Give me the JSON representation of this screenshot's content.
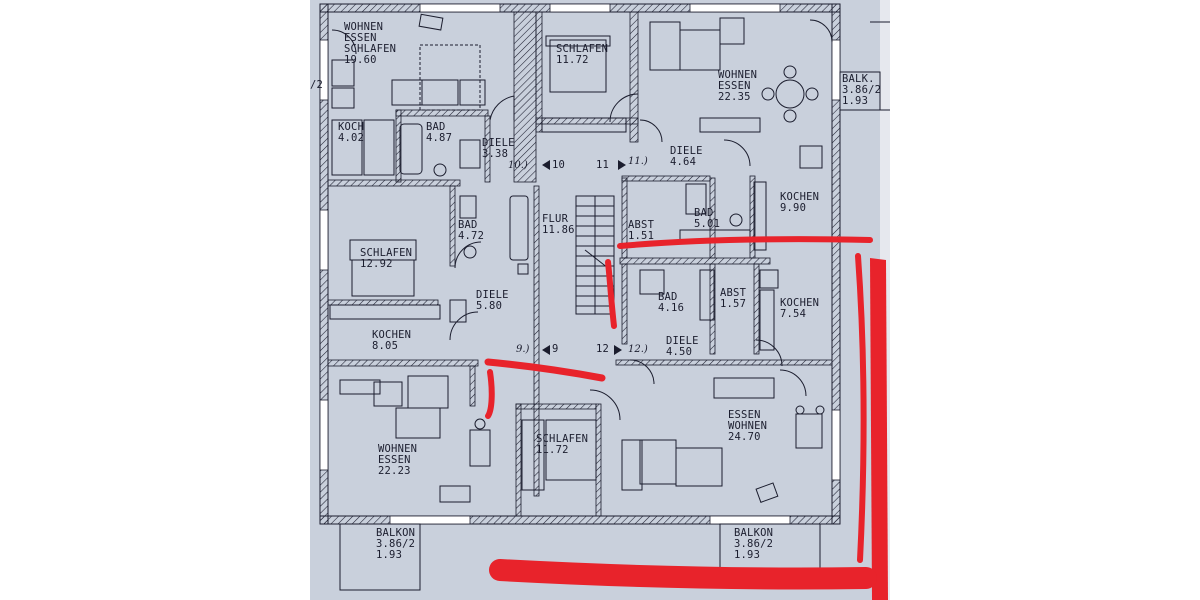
{
  "rooms": {
    "tl_wohnen": {
      "l1": "WOHNEN",
      "l2": "ESSEN",
      "l3": "SCHLAFEN",
      "area": "19.60"
    },
    "tc_schlafen": {
      "name": "SCHLAFEN",
      "area": "11.72"
    },
    "tr_wohnen": {
      "l1": "WOHNEN",
      "l2": "ESSEN",
      "area": "22.35"
    },
    "balk_tr": {
      "name": "BALK.",
      "dim": "3.86/2",
      "area": "1.93"
    },
    "koch_tl": {
      "name": "KOCH",
      "area": "4.02"
    },
    "bad_tl": {
      "name": "BAD",
      "area": "4.87"
    },
    "diele_tl": {
      "name": "DIELE",
      "area": "3.38"
    },
    "diele_tr": {
      "name": "DIELE",
      "area": "4.64"
    },
    "bad_tr": {
      "name": "BAD",
      "area": "5.01"
    },
    "abst_tr": {
      "name": "ABST",
      "area": "1.51"
    },
    "kochen_tr": {
      "name": "KOCHEN",
      "area": "9.90"
    },
    "bad_ml": {
      "name": "BAD",
      "area": "4.72"
    },
    "flur": {
      "name": "FLUR",
      "area": "11.86"
    },
    "schlafen_ml": {
      "name": "SCHLAFEN",
      "area": "12.92"
    },
    "diele_ml": {
      "name": "DIELE",
      "area": "5.80"
    },
    "kochen_ml": {
      "name": "KOCHEN",
      "area": "8.05"
    },
    "bad_mr": {
      "name": "BAD",
      "area": "4.16"
    },
    "abst_mr": {
      "name": "ABST",
      "area": "1.57"
    },
    "kochen_mr": {
      "name": "KOCHEN",
      "area": "7.54"
    },
    "diele_mr": {
      "name": "DIELE",
      "area": "4.50"
    },
    "wohnen_bl": {
      "l1": "WOHNEN",
      "l2": "ESSEN",
      "area": "22.23"
    },
    "schlafen_bc": {
      "name": "SCHLAFEN",
      "area": "11.72"
    },
    "essen_br": {
      "l1": "ESSEN",
      "l2": "WOHNEN",
      "area": "24.70"
    },
    "balkon_bl": {
      "name": "BALKON",
      "dim": "3.86/2",
      "area": "1.93"
    },
    "balkon_br": {
      "name": "BALKON",
      "dim": "3.86/2",
      "area": "1.93"
    }
  },
  "unit_numbers": {
    "n10": "10",
    "n11": "11",
    "n9": "9",
    "n12": "12",
    "h10": "10.)",
    "h11": "11.)",
    "h9": "9.)",
    "h12": "12.)"
  },
  "edge_fragment": "/2",
  "colors": {
    "paper": "#c9d0dc",
    "ink": "#1b1d2e",
    "wall_fill": "#9aa1b1",
    "highlight": "#e8232b"
  }
}
